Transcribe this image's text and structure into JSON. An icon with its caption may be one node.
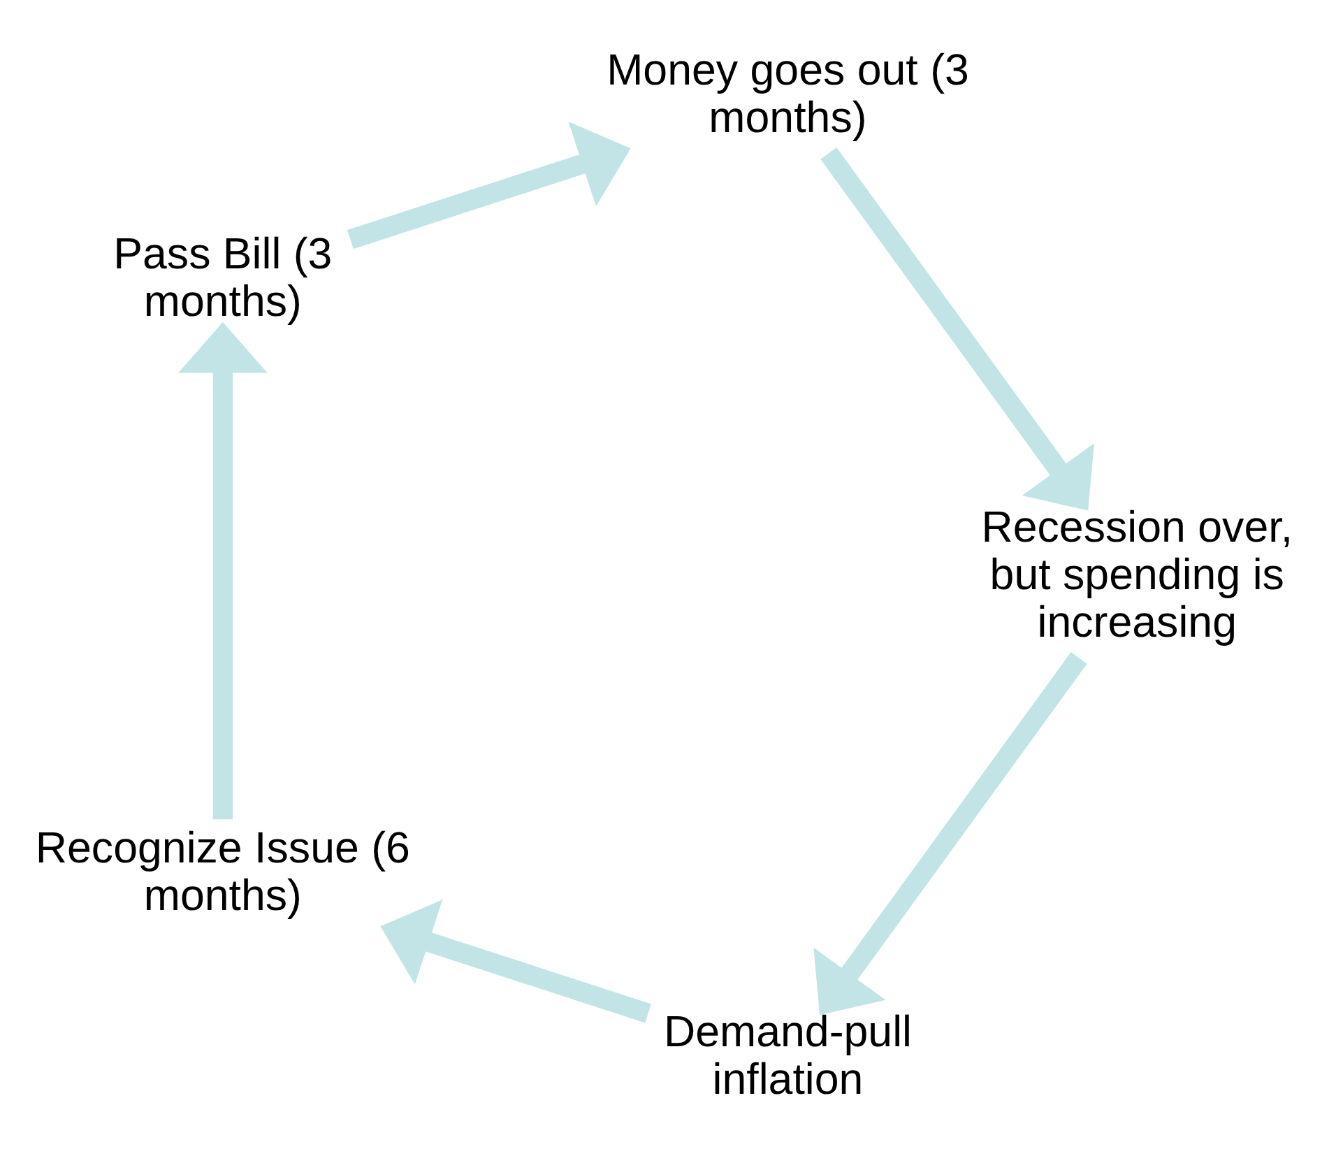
{
  "diagram": {
    "nodes": [
      {
        "text": [
          "Demand-pull inflation"
        ]
      },
      {
        "text": [
          "Recognize Issue (6 months)"
        ]
      },
      {
        "text": [
          "Pass Bill (3 months)"
        ]
      },
      {
        "text": [
          "Money goes out (3 months)"
        ]
      },
      {
        "text": [
          "Recession over, but spending is increasing"
        ]
      }
    ],
    "edges": [
      {
        "from": 0,
        "to": 1,
        "arrow": "to"
      },
      {
        "from": 1,
        "to": 2,
        "arrow": "to"
      },
      {
        "from": 2,
        "to": 3,
        "arrow": "to"
      },
      {
        "from": 3,
        "to": 4,
        "arrow": "to"
      },
      {
        "from": 4,
        "to": 0,
        "arrow": "to"
      }
    ]
  }
}
